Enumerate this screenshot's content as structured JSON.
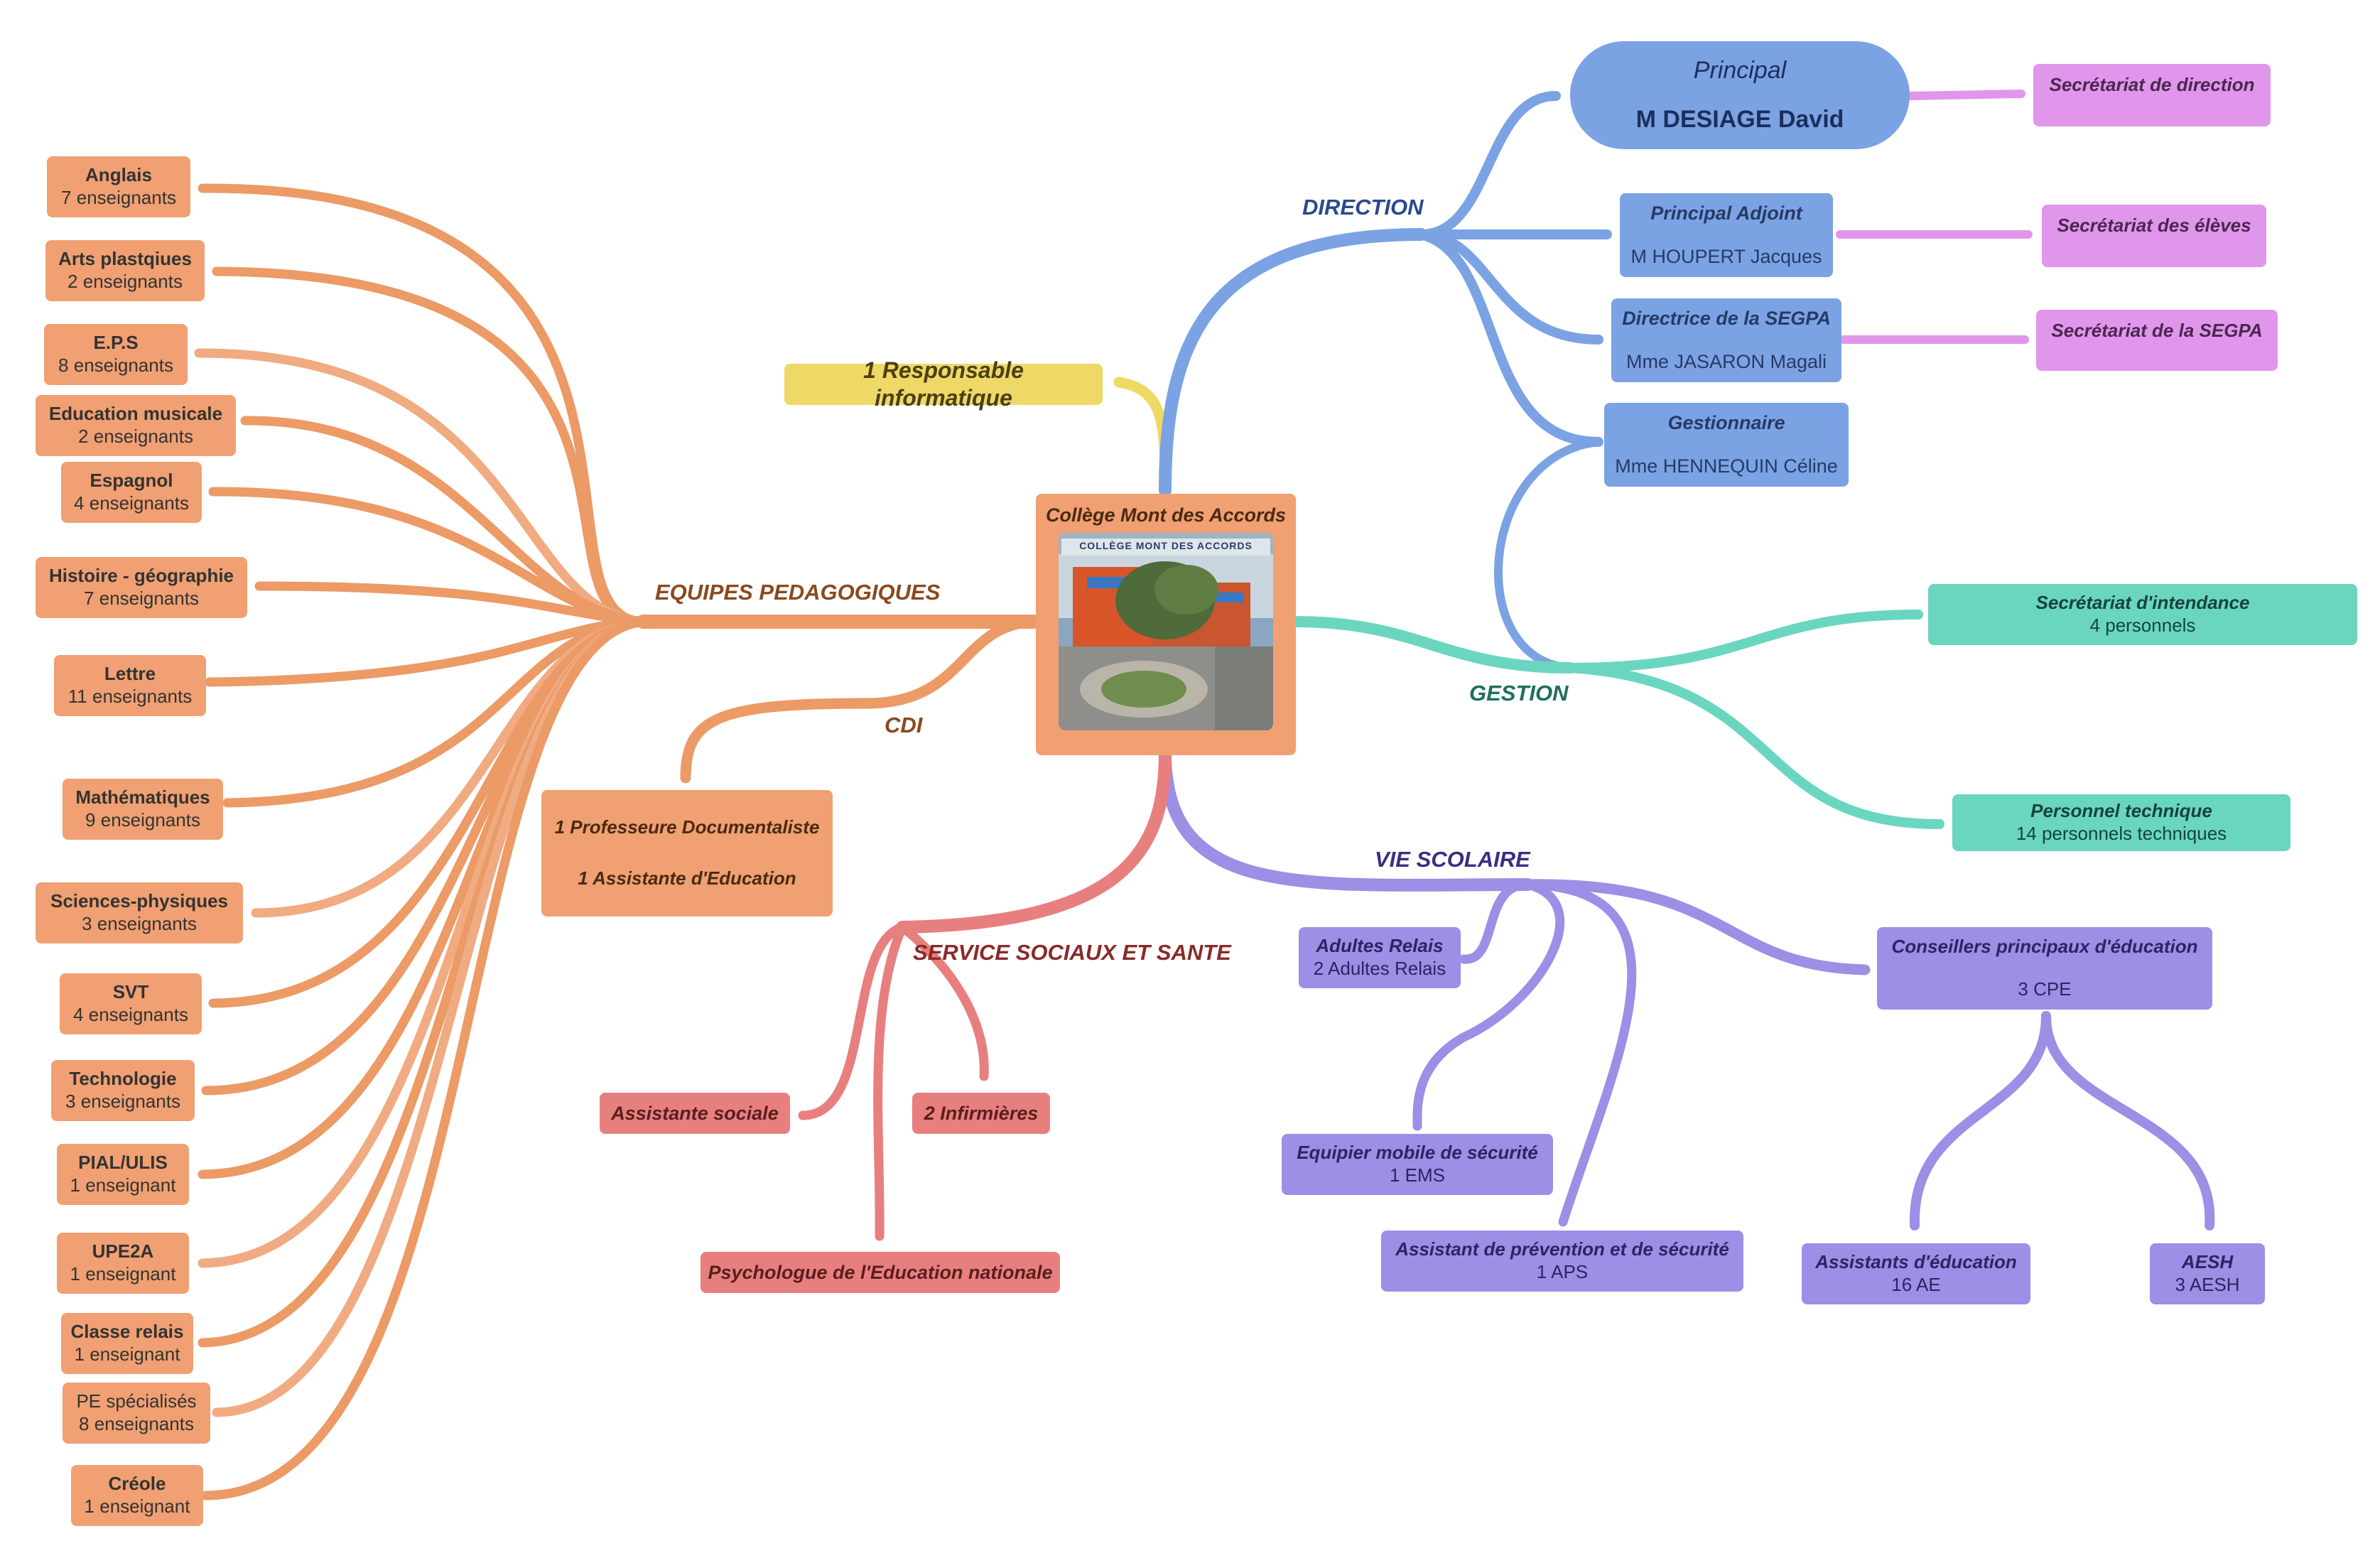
{
  "center": {
    "title": "Collège Mont des Accords",
    "photo_sign": "COLLÈGE MONT DES ACCORDS"
  },
  "branches": {
    "direction": "DIRECTION",
    "gestion": "GESTION",
    "equipes": "EQUIPES PEDAGOGIQUES",
    "cdi": "CDI",
    "vie_scolaire": "VIE SCOLAIRE",
    "services": "SERVICE SOCIAUX ET SANTE"
  },
  "informatique": "1 Responsable informatique",
  "direction": {
    "principal": {
      "title": "Principal",
      "name": "M DESIAGE David"
    },
    "adjoint": {
      "title": "Principal Adjoint",
      "name": "M HOUPERT Jacques"
    },
    "segpa": {
      "title": "Directrice de la SEGPA",
      "name": "Mme JASARON Magali"
    },
    "gestionnaire": {
      "title": "Gestionnaire",
      "name": "Mme HENNEQUIN Céline"
    },
    "sec_direction": "Secrétariat de direction",
    "sec_eleves": "Secrétariat des élèves",
    "sec_segpa": "Secrétariat de la SEGPA"
  },
  "gestion": {
    "intendance": {
      "title": "Secrétariat d'intendance",
      "sub": "4 personnels"
    },
    "technique": {
      "title": "Personnel technique",
      "sub": "14 personnels techniques"
    }
  },
  "cdi": {
    "line1": "1 Professeure Documentaliste",
    "line2": "1 Assistante d'Education"
  },
  "vie_scolaire": {
    "relais": {
      "title": "Adultes Relais",
      "sub": "2 Adultes Relais"
    },
    "ems": {
      "title": "Equipier mobile de sécurité",
      "sub": "1 EMS"
    },
    "aps": {
      "title": "Assistant de prévention et de sécurité",
      "sub": "1 APS"
    },
    "cpe": {
      "title": "Conseillers principaux d'éducation",
      "sub": "3 CPE"
    },
    "ae": {
      "title": "Assistants d'éducation",
      "sub": "16 AE"
    },
    "aesh": {
      "title": "AESH",
      "sub": "3 AESH"
    }
  },
  "services": {
    "sociale": "Assistante sociale",
    "infirmieres": "2 Infirmières",
    "psychologue": "Psychologue de l'Education nationale"
  },
  "subjects": [
    {
      "name": "Anglais",
      "count": "7 enseignants"
    },
    {
      "name": "Arts plastqiues",
      "count": "2 enseignants"
    },
    {
      "name": "E.P.S",
      "count": "8 enseignants"
    },
    {
      "name": "Education musicale",
      "count": "2 enseignants"
    },
    {
      "name": "Espagnol",
      "count": "4 enseignants"
    },
    {
      "name": "Histoire - géographie",
      "count": "7 enseignants"
    },
    {
      "name": "Lettre",
      "count": "11 enseignants"
    },
    {
      "name": "Mathématiques",
      "count": "9 enseignants"
    },
    {
      "name": "Sciences-physiques",
      "count": "3 enseignants"
    },
    {
      "name": "SVT",
      "count": "4 enseignants"
    },
    {
      "name": "Technologie",
      "count": "3 enseignants"
    },
    {
      "name": "PIAL/ULIS",
      "count": "1 enseignant"
    },
    {
      "name": "UPE2A",
      "count": "1 enseignant"
    },
    {
      "name": "Classe relais",
      "count": "1 enseignant"
    },
    {
      "name": "PE spécialisés",
      "count": "8 enseignants"
    },
    {
      "name": "Créole",
      "count": "1 enseignant"
    }
  ],
  "colors": {
    "orange": "#f0a072",
    "orange_line": "#ec9a66",
    "blue": "#7ba3e4",
    "pink": "#e096ea",
    "teal": "#6ad6c0",
    "purple": "#9b8fe6",
    "red": "#e87f7f",
    "yellow": "#efd865"
  }
}
